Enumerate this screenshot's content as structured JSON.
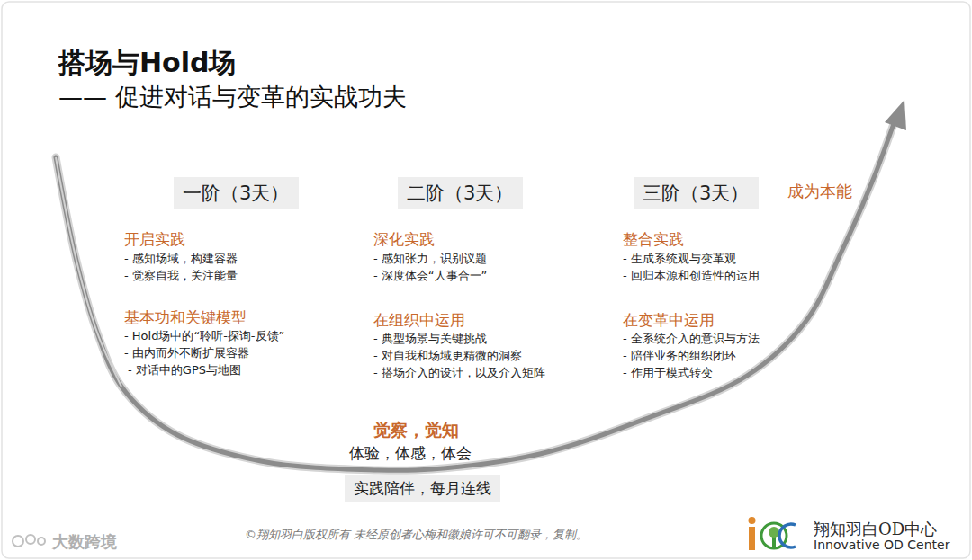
{
  "diagram": {
    "title": "搭场与Hold场",
    "caption": "©翔知羽白版权所有 未经原创者心梅和徽娘许可不可翻录，复制。",
    "nodes": [
      {
        "text": [
          "一阶（3天）"
        ]
      },
      {
        "text": [
          "二阶（3天）"
        ]
      },
      {
        "text": [
          "三阶（3天）"
        ]
      },
      {
        "text": [
          "实践陪伴，每月连线"
        ]
      }
    ],
    "labels": [
      "—— 促进对话与变革的实战功夫",
      "成为本能",
      "开启实践",
      "- 感知场域，构建容器",
      "- 觉察自我，关注能量",
      "基本功和关键模型",
      "- Hold场中的“聆听-探询-反馈”",
      "- 由内而外不断扩展容器",
      "- 对话中的GPS与地图",
      "深化实践",
      "- 感知张力，识别议题",
      "- 深度体会“人事合一”",
      "在组织中运用",
      "- 典型场景与关键挑战",
      "- 对自我和场域更精微的洞察",
      "- 搭场介入的设计，以及介入矩阵",
      "整合实践",
      "- 生成系统观与变革观",
      "- 回归本源和创造性的运用",
      "在变革中运用",
      "- 全系统介入的意识与方法",
      "- 陪伴业务的组织闭环",
      "- 作用于模式转变",
      "觉察，觉知",
      "体验，体感，体会",
      "翔知羽白OD中心",
      "Innovative OD Center",
      "大数跨境"
    ]
  }
}
